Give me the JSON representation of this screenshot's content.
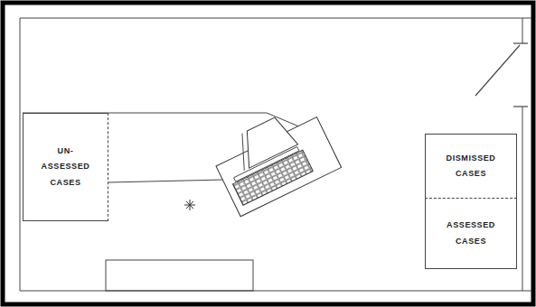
{
  "diagram": {
    "nodes": [
      {
        "text": [
          "UN- ASSESSED CASES"
        ]
      },
      {
        "text": [
          "DISMISSED CASES"
        ]
      },
      {
        "text": [
          "ASSESSED CASES"
        ]
      }
    ]
  }
}
